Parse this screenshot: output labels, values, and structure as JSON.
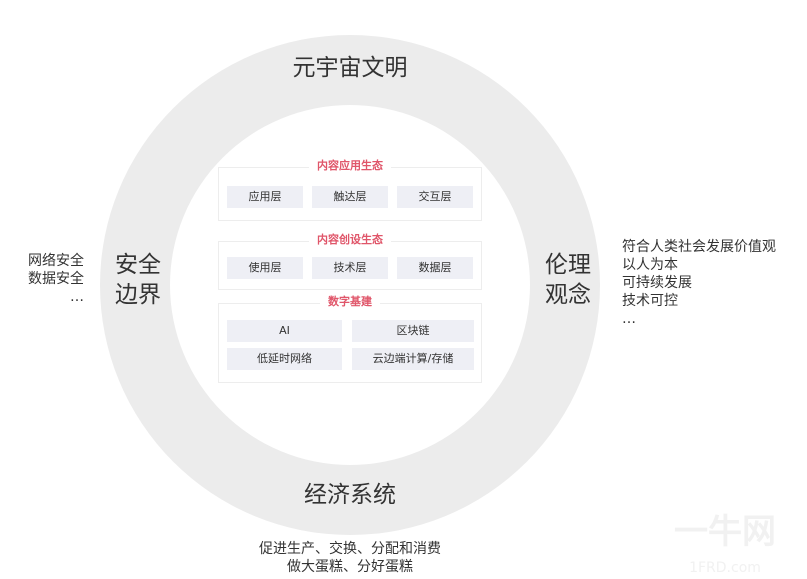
{
  "ring": {
    "top": "元宇宙文明",
    "left": [
      "安全",
      "边界"
    ],
    "right": [
      "伦理",
      "观念"
    ],
    "bottom": "经济系统"
  },
  "left_notes": [
    "网络安全",
    "数据安全",
    "…"
  ],
  "right_notes": [
    "符合人类社会发展价值观",
    "以人为本",
    "可持续发展",
    "技术可控",
    "…"
  ],
  "bottom_notes": [
    "促进生产、交换、分配和消费",
    "做大蛋糕、分好蛋糕"
  ],
  "layers": [
    {
      "title": "内容应用生态",
      "items": [
        "应用层",
        "触达层",
        "交互层"
      ]
    },
    {
      "title": "内容创设生态",
      "items": [
        "使用层",
        "技术层",
        "数据层"
      ]
    },
    {
      "title": "数字基建",
      "items": [
        "AI",
        "区块链",
        "低延时网络",
        "云边端计算/存储"
      ]
    }
  ],
  "watermark": {
    "text": "一牛网",
    "sub": "1FRD.com"
  },
  "colors": {
    "ring": "#ececec",
    "accent": "#e0566a",
    "cell": "#eeeff5"
  }
}
